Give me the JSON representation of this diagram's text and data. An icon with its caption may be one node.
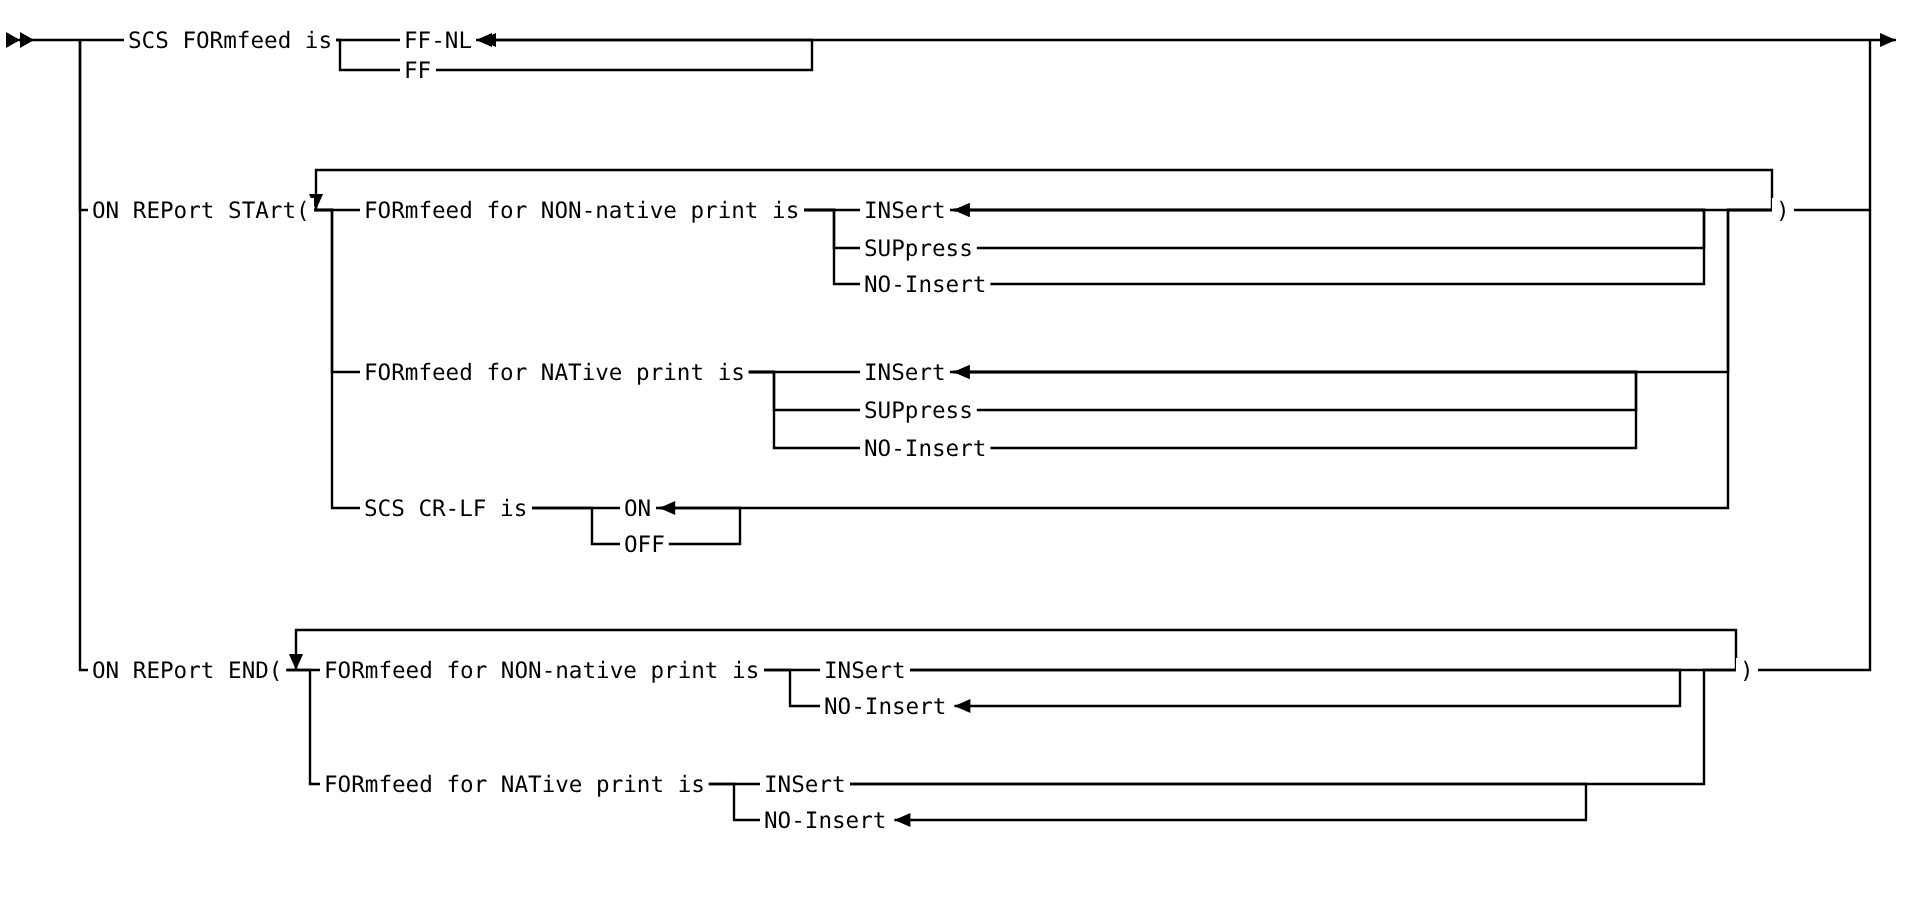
{
  "diagram": {
    "nodes": [
      {
        "text": [
          "SCS FORmfeed is"
        ]
      },
      {
        "text": [
          "FF-NL"
        ]
      },
      {
        "text": [
          "FF"
        ]
      },
      {
        "text": [
          "ON REPort STArt("
        ]
      },
      {
        "text": [
          "FORmfeed for NON-native print is"
        ]
      },
      {
        "text": [
          "INSert"
        ]
      },
      {
        "text": [
          "SUPpress"
        ]
      },
      {
        "text": [
          "NO-Insert"
        ]
      },
      {
        "text": [
          "FORmfeed for NATive print is"
        ]
      },
      {
        "text": [
          "INSert"
        ]
      },
      {
        "text": [
          "SUPpress"
        ]
      },
      {
        "text": [
          "NO-Insert"
        ]
      },
      {
        "text": [
          "SCS CR-LF is"
        ]
      },
      {
        "text": [
          "ON"
        ]
      },
      {
        "text": [
          "OFF"
        ]
      },
      {
        "text": [
          ")"
        ]
      },
      {
        "text": [
          "ON REPort END("
        ]
      },
      {
        "text": [
          "FORmfeed for NON-native print is"
        ]
      },
      {
        "text": [
          "INSert"
        ]
      },
      {
        "text": [
          "NO-Insert"
        ]
      },
      {
        "text": [
          "FORmfeed for NATive print is"
        ]
      },
      {
        "text": [
          "INSert"
        ]
      },
      {
        "text": [
          "NO-Insert"
        ]
      },
      {
        "text": [
          ")"
        ]
      }
    ],
    "edges": [
      {
        "from": null,
        "to": 0,
        "arrow": "other"
      },
      {
        "from": 0,
        "to": 1,
        "arrow": "none"
      },
      {
        "from": 0,
        "to": 2,
        "arrow": "none"
      },
      {
        "from": 2,
        "to": 1,
        "arrow": "to"
      },
      {
        "from": 1,
        "to": null,
        "arrow": "both"
      },
      {
        "from": null,
        "to": 3,
        "arrow": "none"
      },
      {
        "from": 3,
        "to": 4,
        "arrow": "none"
      },
      {
        "from": 3,
        "to": 8,
        "arrow": "none"
      },
      {
        "from": 3,
        "to": 12,
        "arrow": "none"
      },
      {
        "from": 4,
        "to": 5,
        "arrow": "none"
      },
      {
        "from": 4,
        "to": 6,
        "arrow": "none"
      },
      {
        "from": 4,
        "to": 7,
        "arrow": "none"
      },
      {
        "from": 6,
        "to": 5,
        "arrow": "to"
      },
      {
        "from": 7,
        "to": 5,
        "arrow": "to"
      },
      {
        "from": 5,
        "to": 15,
        "arrow": "none"
      },
      {
        "from": 8,
        "to": 9,
        "arrow": "none"
      },
      {
        "from": 8,
        "to": 10,
        "arrow": "none"
      },
      {
        "from": 8,
        "to": 11,
        "arrow": "none"
      },
      {
        "from": 10,
        "to": 9,
        "arrow": "to"
      },
      {
        "from": 11,
        "to": 9,
        "arrow": "to"
      },
      {
        "from": 9,
        "to": 15,
        "arrow": "none"
      },
      {
        "from": 12,
        "to": 13,
        "arrow": "none"
      },
      {
        "from": 12,
        "to": 14,
        "arrow": "none"
      },
      {
        "from": 14,
        "to": 13,
        "arrow": "to"
      },
      {
        "from": 13,
        "to": 15,
        "arrow": "none"
      },
      {
        "from": 15,
        "to": 4,
        "arrow": "to"
      },
      {
        "from": 15,
        "to": null,
        "arrow": "none"
      },
      {
        "from": null,
        "to": 16,
        "arrow": "none"
      },
      {
        "from": 16,
        "to": 17,
        "arrow": "none"
      },
      {
        "from": 16,
        "to": 20,
        "arrow": "none"
      },
      {
        "from": 17,
        "to": 18,
        "arrow": "none"
      },
      {
        "from": 17,
        "to": 19,
        "arrow": "none"
      },
      {
        "from": 18,
        "to": 19,
        "arrow": "to"
      },
      {
        "from": 18,
        "to": 23,
        "arrow": "none"
      },
      {
        "from": 20,
        "to": 21,
        "arrow": "none"
      },
      {
        "from": 20,
        "to": 22,
        "arrow": "none"
      },
      {
        "from": 21,
        "to": 22,
        "arrow": "to"
      },
      {
        "from": 21,
        "to": 23,
        "arrow": "none"
      },
      {
        "from": 23,
        "to": 17,
        "arrow": "to"
      },
      {
        "from": 23,
        "to": null,
        "arrow": "none"
      }
    ]
  }
}
